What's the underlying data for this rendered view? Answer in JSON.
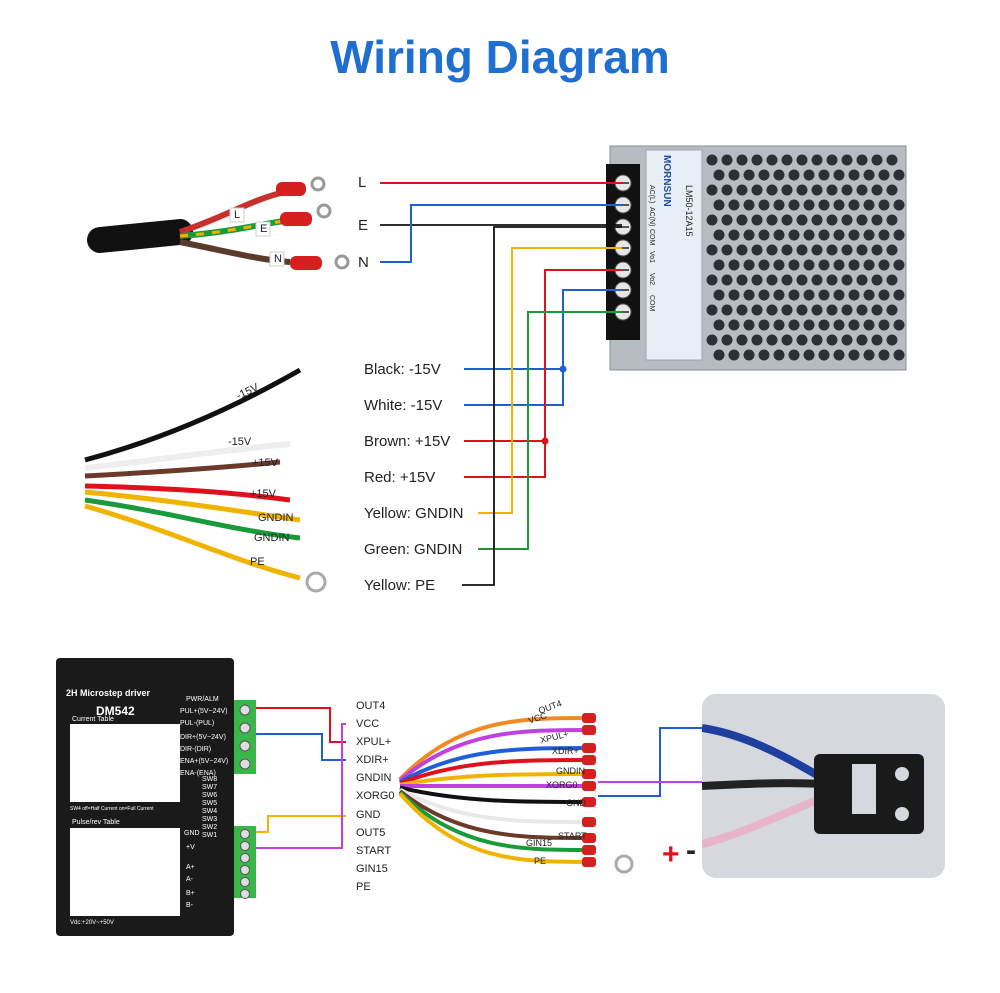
{
  "title": "Wiring Diagram",
  "ac_terminals": [
    "L",
    "E",
    "N"
  ],
  "mains_cable_tags": [
    "L",
    "E",
    "N"
  ],
  "psu_wires": [
    {
      "label": "Black: -15V",
      "color": "#1f5fd6"
    },
    {
      "label": "White: -15V",
      "color": "#1f5fd6"
    },
    {
      "label": "Brown: +15V",
      "color": "#e0101c"
    },
    {
      "label": "Red: +15V",
      "color": "#e0101c"
    },
    {
      "label": "Yellow: GNDIN",
      "color": "#f0b400"
    },
    {
      "label": "Green: GNDIN",
      "color": "#1a9b3a"
    },
    {
      "label": "Yellow: PE",
      "color": "#111111"
    }
  ],
  "psu_cable_tags": [
    "-15V",
    "-15V",
    "+15V",
    "+15V",
    "GNDIN",
    "GNDIN",
    "PE"
  ],
  "psu_brand": "MORNSUN",
  "psu_model": "LM50-12A15",
  "psu_terminal_labels": [
    "AC(L)",
    "AC(N)",
    "COM",
    "Vo1",
    "Vo2",
    "COM"
  ],
  "driver": {
    "title": "2H Microstep driver",
    "model": "DM542",
    "pins": [
      "PWR/ALM",
      "PUL+(5V~24V)",
      "PUL-(PUL)",
      "DIR+(5V~24V)",
      "DIR-(DIR)",
      "ENA+(5V~24V)",
      "ENA-(ENA)"
    ],
    "power_pins": [
      "GND",
      "+V",
      "A+",
      "A-",
      "B+",
      "B-"
    ],
    "current_table_title": "Current Table",
    "pulse_table_title": "Pulse/rev Table",
    "switches": [
      "SW8",
      "SW7",
      "SW6",
      "SW5",
      "SW4",
      "SW3",
      "SW2",
      "SW1"
    ],
    "sw4_note": "SW4 off=Half Current  on=Full Current",
    "vdc": "Vdc:+20V~+50V"
  },
  "signal_labels": [
    "OUT4",
    "VCC",
    "XPUL+",
    "XDIR+",
    "GNDIN",
    "XORG0",
    "GND",
    "OUT5",
    "START",
    "GIN15",
    "PE"
  ],
  "signal_cable_tags": [
    "OUT4",
    "VCC",
    "XPUL+",
    "XDIR+",
    "GNDIN",
    "XORG0",
    "GND",
    "START",
    "GIN15",
    "PE"
  ],
  "plus_sign": "+",
  "minus_sign": "-",
  "colors": {
    "title": "#1f6fd1",
    "blue_wire": "#1f5fd6",
    "red_wire": "#e0101c",
    "yellow_wire": "#f0b400",
    "green_wire": "#1a9b3a",
    "black_wire": "#111111",
    "purple_wire": "#c040e0",
    "terminal_green": "#3ab54a"
  }
}
